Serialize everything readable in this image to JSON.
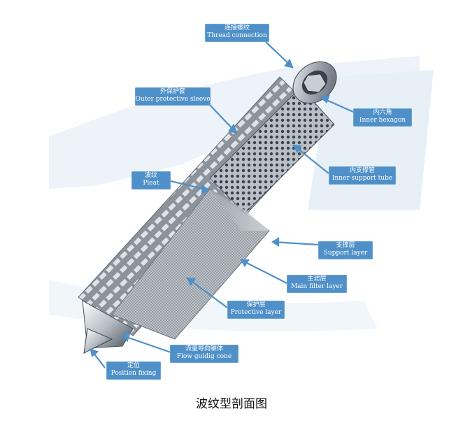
{
  "diagram": {
    "caption": "波纹型剖面图",
    "accent_color": "#4f90c8",
    "labels": [
      {
        "id": "thread-connection",
        "zh": "连接螺纹",
        "en": "Thread connection"
      },
      {
        "id": "inner-hexagon",
        "zh": "内六角",
        "en": "Inner hexagon"
      },
      {
        "id": "outer-protective-sleeve",
        "zh": "外保护套",
        "en": "Outer protective sleeve"
      },
      {
        "id": "inner-support-tube",
        "zh": "内支撑管",
        "en": "Inner support tube"
      },
      {
        "id": "pleat",
        "zh": "波纹",
        "en": "Pleat"
      },
      {
        "id": "support-layer",
        "zh": "支撑层",
        "en": "Support layer"
      },
      {
        "id": "main-filter-layer",
        "zh": "主滤层",
        "en": "Main filter layer"
      },
      {
        "id": "protective-layer",
        "zh": "保护层",
        "en": "Protective layer"
      },
      {
        "id": "flow-guide-cone",
        "zh": "流量导向锥体",
        "en": "Flow guidig cone"
      },
      {
        "id": "position-fixing",
        "zh": "定位",
        "en": "Position fixing"
      }
    ]
  }
}
